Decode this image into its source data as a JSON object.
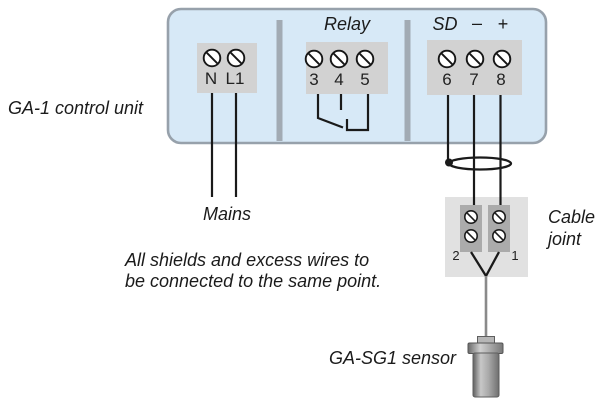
{
  "control_unit": {
    "label": "GA-1 control unit",
    "mains_block": {
      "terminals": [
        "N",
        "L1"
      ]
    },
    "relay_block": {
      "label": "Relay",
      "terminals": [
        "3",
        "4",
        "5"
      ]
    },
    "signal_block": {
      "sd_label": "SD",
      "minus_label": "–",
      "plus_label": "+",
      "terminals": [
        "6",
        "7",
        "8"
      ]
    }
  },
  "annotations": {
    "mains": "Mains",
    "note_line1": "All shields and excess wires to",
    "note_line2": "be connected to the same point.",
    "cable_joint_line1": "Cable",
    "cable_joint_line2": "joint",
    "sensor": "GA-SG1 sensor"
  },
  "cable_joint": {
    "terminals": [
      "2",
      "1"
    ]
  },
  "icons": {
    "screw": "screw-terminal-icon",
    "shield": "cable-shield-loop",
    "relay_contact": "relay-switch-contact"
  },
  "colors": {
    "unit_fill": "#d7e9f7",
    "unit_border": "#97a1ab",
    "divider": "#a2abb4",
    "terminal_block": "#d2d2d2",
    "joint_outer": "#e1e1e1",
    "joint_strip": "#ababab",
    "wire": "#1a1a1a",
    "sensor_cable": "#8a8a8a",
    "text": "#1b1b1b"
  }
}
